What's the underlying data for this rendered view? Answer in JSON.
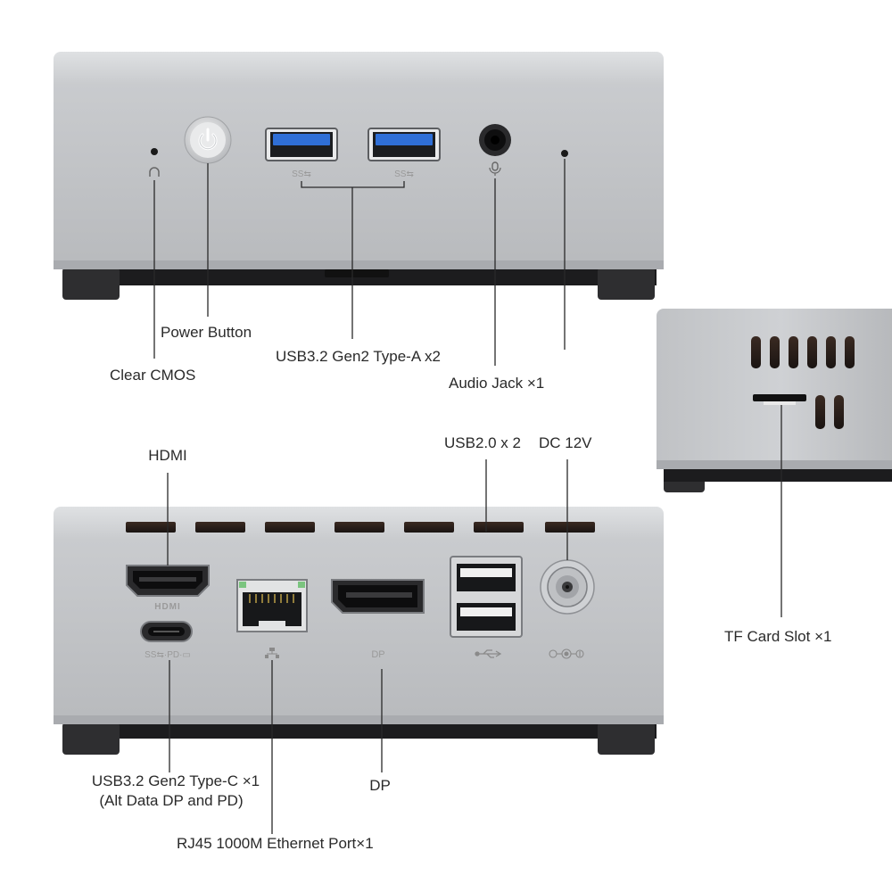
{
  "front_panel": {
    "labels": {
      "clear_cmos": "Clear CMOS",
      "power_button": "Power Button",
      "usb_a": "USB3.2 Gen2 Type-A x2",
      "audio_jack": "Audio Jack ×1"
    },
    "port_marks": {
      "usb_ss": "SS⇆"
    }
  },
  "rear_panel": {
    "labels": {
      "hdmi": "HDMI",
      "usb2": "USB2.0 x 2",
      "dc": "DC 12V",
      "usb_c_line1": "USB3.2 Gen2 Type-C ×1",
      "usb_c_line2": "(Alt Data DP and PD)",
      "dp": "DP",
      "rj45": "RJ45 1000M Ethernet Port×1"
    },
    "port_marks": {
      "hdmi": "HDMI",
      "dp": "DP",
      "usb_c": "SS⇆·PD·▭"
    }
  },
  "side_panel": {
    "labels": {
      "tf_card": "TF Card Slot ×1"
    }
  },
  "colors": {
    "chassis": "#c9cbce",
    "chassis_dark": "#a9abaf",
    "usb3_blue": "#2f6fd6",
    "foot": "#2e2e30",
    "leader": "#2a2a2a"
  },
  "icons": [
    "power-icon",
    "headphone-icon",
    "mic-icon",
    "usb-icon",
    "ethernet-icon",
    "dc-polarity-icon"
  ]
}
